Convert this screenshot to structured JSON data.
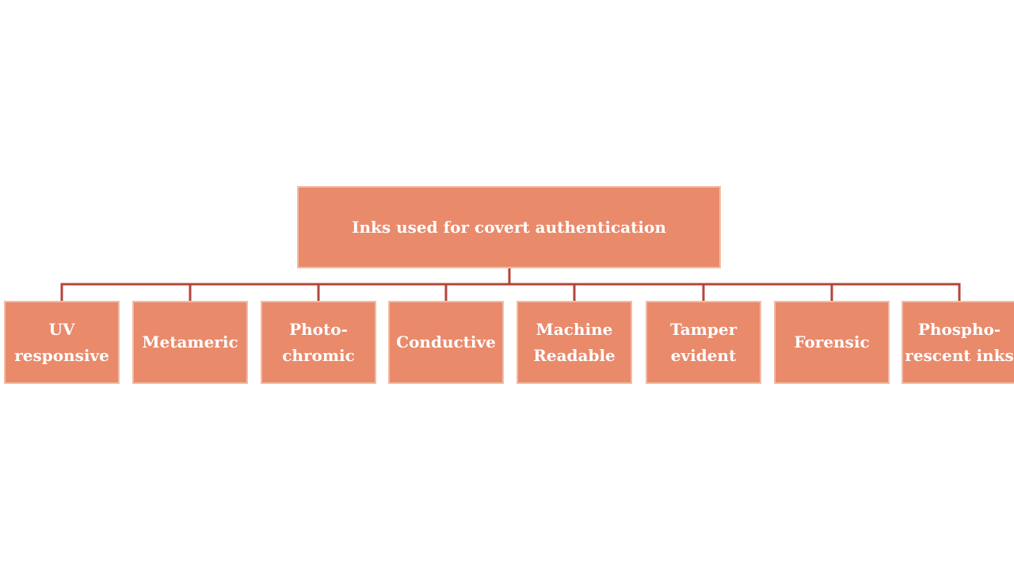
{
  "colors": {
    "node_fill": "#e98a6b",
    "connector": "#b5453a"
  },
  "root": {
    "label": "Inks used for covert authentication"
  },
  "children": [
    {
      "lines": [
        "UV",
        "responsive"
      ]
    },
    {
      "lines": [
        "Metameric"
      ]
    },
    {
      "lines": [
        "Photo-",
        "chromic"
      ]
    },
    {
      "lines": [
        "Conductive"
      ]
    },
    {
      "lines": [
        "Machine",
        "Readable"
      ]
    },
    {
      "lines": [
        "Tamper",
        "evident"
      ]
    },
    {
      "lines": [
        "Forensic"
      ]
    },
    {
      "lines": [
        "Phospho-",
        "rescent inks"
      ]
    }
  ]
}
